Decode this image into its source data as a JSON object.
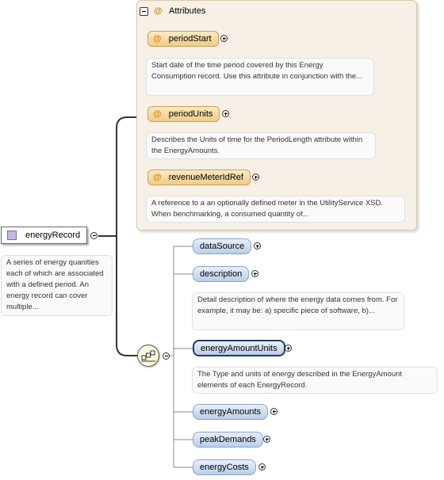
{
  "root": {
    "name": "energyRecord",
    "description": "A series of energy quanities each of which are associated with a defined period. An energy record can cover multiple..."
  },
  "attributes_panel": {
    "title": "Attributes",
    "at_symbol": "@",
    "items": [
      {
        "name": "periodStart",
        "description": "Start date of the time period covered by this Energy Consumption record. Use this attribute in conjunction with the..."
      },
      {
        "name": "periodUnits",
        "description": "Describes the Units of time for the PeriodLength attribute within the EnergyAmounts."
      },
      {
        "name": "revenueMeterIdRef",
        "description": "A reference to a an optionally defined meter in the UtilityService XSD. When benchmarking, a consumed quantity of..."
      }
    ]
  },
  "sequence": {
    "children": [
      {
        "name": "dataSource",
        "description": ""
      },
      {
        "name": "description",
        "description": "Detail description of where the energy data comes from. For example, it may be: a) specific piece of software, b)..."
      },
      {
        "name": "energyAmountUnits",
        "description": "The Type and units of energy described in the EnergyAmount elements of each EnergyRecord."
      },
      {
        "name": "energyAmounts",
        "description": ""
      },
      {
        "name": "peakDemands",
        "description": ""
      },
      {
        "name": "energyCosts",
        "description": ""
      }
    ]
  },
  "colors": {
    "attribute_fill": "#f0cc86",
    "element_fill": "#b9cdea",
    "panel_bg": "#f6f0e6",
    "root_icon": "#c8b6e2"
  }
}
